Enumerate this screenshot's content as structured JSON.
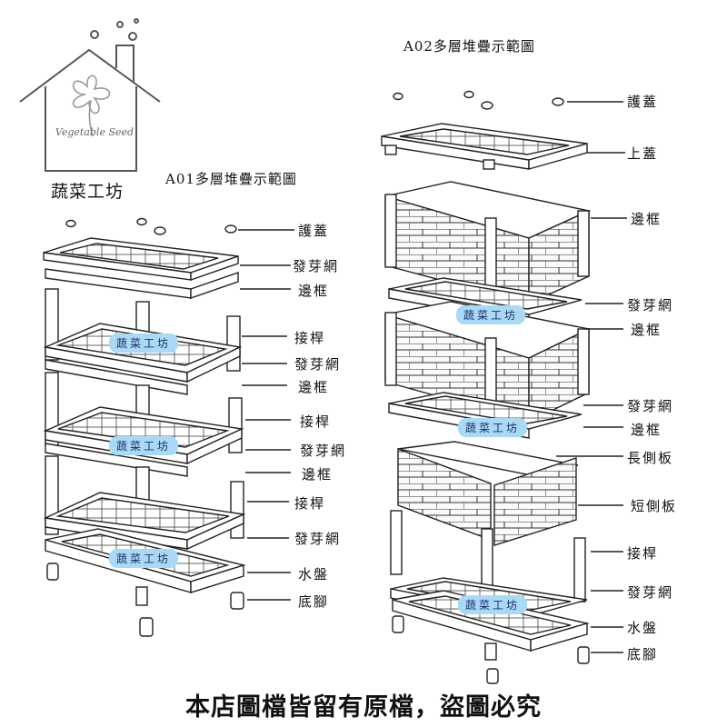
{
  "logo": {
    "brand_script": "Vegetable Seed",
    "brand_name": "蔬菜工坊"
  },
  "diagram_a01": {
    "title": "A01多層堆疊示範圖",
    "watermark": "蔬菜工坊",
    "labels": [
      "護蓋",
      "發芽網",
      "邊框",
      "接桿",
      "發芽網",
      "邊框",
      "接桿",
      "發芽網",
      "邊框",
      "接桿",
      "發芽網",
      "水盤",
      "底腳"
    ]
  },
  "diagram_a02": {
    "title": "A02多層堆疊示範圖",
    "watermark": "蔬菜工坊",
    "labels": [
      "護蓋",
      "上蓋",
      "邊框",
      "發芽網",
      "邊框",
      "發芽網",
      "邊框",
      "長側板",
      "短側板",
      "接桿",
      "發芽網",
      "水盤",
      "底腳"
    ]
  },
  "footer": {
    "notice": "本店圖檔皆留有原檔，盜圖必究"
  }
}
